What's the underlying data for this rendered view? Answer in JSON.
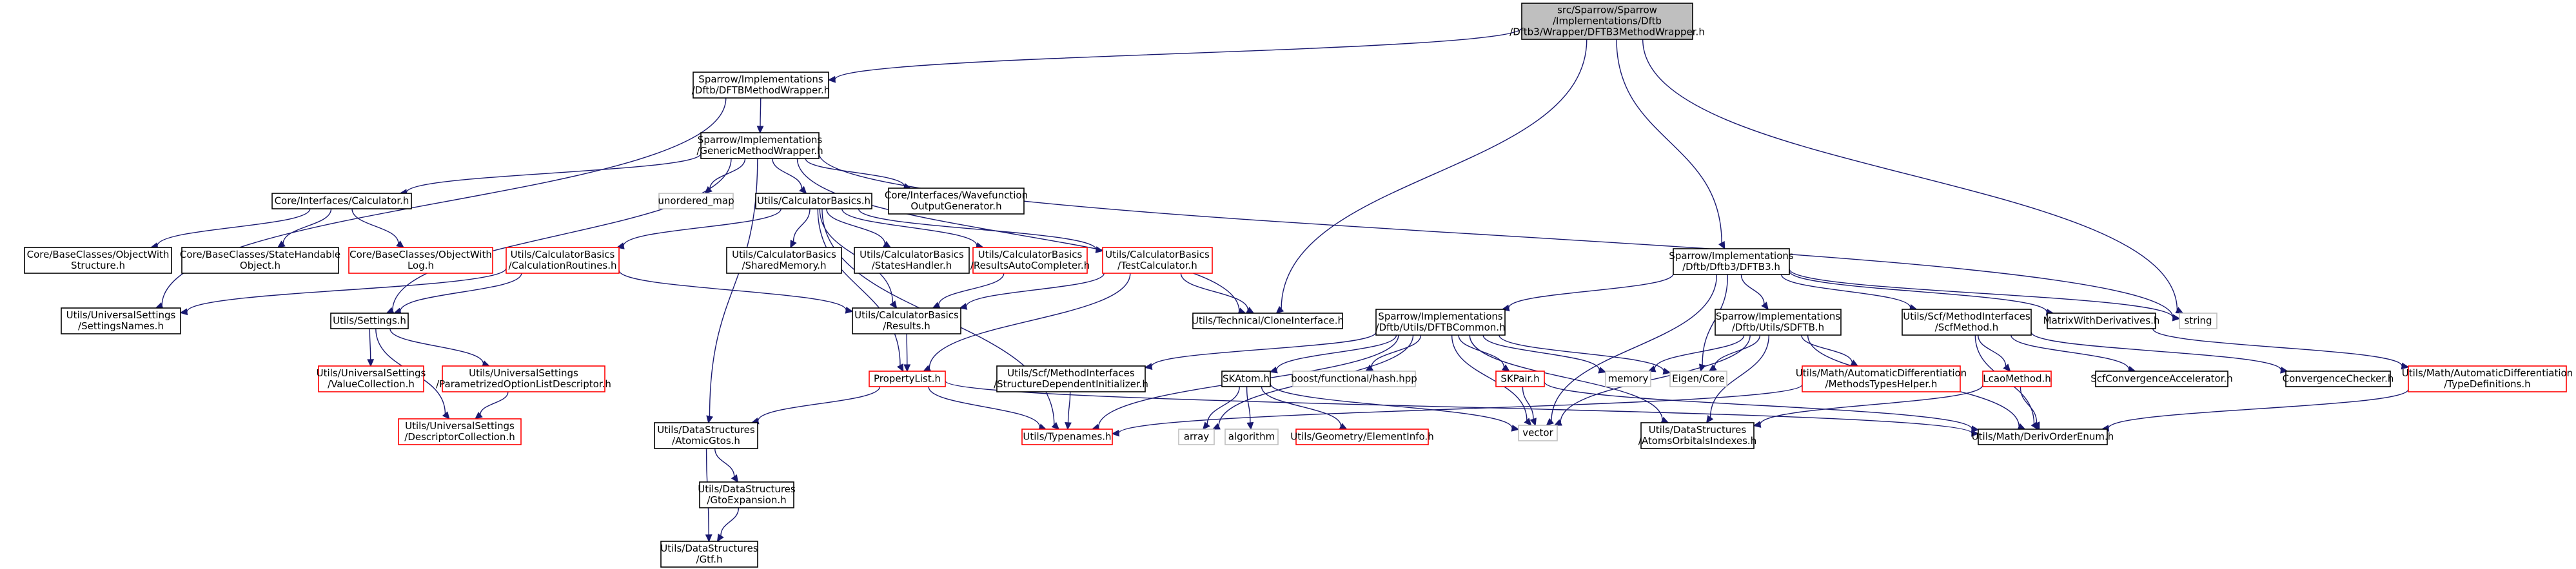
{
  "graph": {
    "nodes": [
      {
        "id": "root",
        "lines": [
          "src/Sparrow/Sparrow",
          "/Implementations/Dftb",
          "/Dftb3/Wrapper/DFTB3MethodWrapper.h"
        ],
        "kind": "root"
      },
      {
        "id": "dftbwrap",
        "lines": [
          "Sparrow/Implementations",
          "/Dftb/DFTBMethodWrapper.h"
        ],
        "kind": "black"
      },
      {
        "id": "generic",
        "lines": [
          "Sparrow/Implementations",
          "/GenericMethodWrapper.h"
        ],
        "kind": "black"
      },
      {
        "id": "calculator",
        "lines": [
          "Core/Interfaces/Calculator.h"
        ],
        "kind": "black"
      },
      {
        "id": "unordered_map",
        "lines": [
          "unordered_map"
        ],
        "kind": "ext"
      },
      {
        "id": "calcbasics",
        "lines": [
          "Utils/CalculatorBasics.h"
        ],
        "kind": "black"
      },
      {
        "id": "wavefunction",
        "lines": [
          "Core/Interfaces/Wavefunction",
          "OutputGenerator.h"
        ],
        "kind": "black"
      },
      {
        "id": "objwithstruct",
        "lines": [
          "Core/BaseClasses/ObjectWith",
          "Structure.h"
        ],
        "kind": "black"
      },
      {
        "id": "statehandable",
        "lines": [
          "Core/BaseClasses/StateHandable",
          "Object.h"
        ],
        "kind": "black"
      },
      {
        "id": "objwithlog",
        "lines": [
          "Core/BaseClasses/ObjectWith",
          "Log.h"
        ],
        "kind": "red"
      },
      {
        "id": "calcroutines",
        "lines": [
          "Utils/CalculatorBasics",
          "/CalculationRoutines.h"
        ],
        "kind": "red"
      },
      {
        "id": "sharedmem",
        "lines": [
          "Utils/CalculatorBasics",
          "/SharedMemory.h"
        ],
        "kind": "black"
      },
      {
        "id": "stateshandler",
        "lines": [
          "Utils/CalculatorBasics",
          "/StatesHandler.h"
        ],
        "kind": "black"
      },
      {
        "id": "resultsauto",
        "lines": [
          "Utils/CalculatorBasics",
          "/ResultsAutoCompleter.h"
        ],
        "kind": "red"
      },
      {
        "id": "testcalc",
        "lines": [
          "Utils/CalculatorBasics",
          "/TestCalculator.h"
        ],
        "kind": "red"
      },
      {
        "id": "settingsnames",
        "lines": [
          "Utils/UniversalSettings",
          "/SettingsNames.h"
        ],
        "kind": "black"
      },
      {
        "id": "settings",
        "lines": [
          "Utils/Settings.h"
        ],
        "kind": "black"
      },
      {
        "id": "results",
        "lines": [
          "Utils/CalculatorBasics",
          "/Results.h"
        ],
        "kind": "black"
      },
      {
        "id": "cloneif",
        "lines": [
          "Utils/Technical/CloneInterface.h"
        ],
        "kind": "black"
      },
      {
        "id": "valuecoll",
        "lines": [
          "Utils/UniversalSettings",
          "/ValueCollection.h"
        ],
        "kind": "red"
      },
      {
        "id": "paramopt",
        "lines": [
          "Utils/UniversalSettings",
          "/ParametrizedOptionListDescriptor.h"
        ],
        "kind": "red"
      },
      {
        "id": "desccoll",
        "lines": [
          "Utils/UniversalSettings",
          "/DescriptorCollection.h"
        ],
        "kind": "red"
      },
      {
        "id": "proplist",
        "lines": [
          "PropertyList.h"
        ],
        "kind": "red"
      },
      {
        "id": "atomicgtos",
        "lines": [
          "Utils/DataStructures",
          "/AtomicGtos.h"
        ],
        "kind": "black"
      },
      {
        "id": "gtoexp",
        "lines": [
          "Utils/DataStructures",
          "/GtoExpansion.h"
        ],
        "kind": "black"
      },
      {
        "id": "gtf",
        "lines": [
          "Utils/DataStructures",
          "/Gtf.h"
        ],
        "kind": "black"
      },
      {
        "id": "typenames",
        "lines": [
          "Utils/Typenames.h"
        ],
        "kind": "red"
      },
      {
        "id": "dftb3",
        "lines": [
          "Sparrow/Implementations",
          "/Dftb/Dftb3/DFTB3.h"
        ],
        "kind": "black"
      },
      {
        "id": "dftbcommon",
        "lines": [
          "Sparrow/Implementations",
          "/Dftb/Utils/DFTBCommon.h"
        ],
        "kind": "black"
      },
      {
        "id": "structdep",
        "lines": [
          "Utils/Scf/MethodInterfaces",
          "/StructureDependentInitializer.h"
        ],
        "kind": "black"
      },
      {
        "id": "skatom",
        "lines": [
          "SKAtom.h"
        ],
        "kind": "black"
      },
      {
        "id": "boostflat",
        "lines": [
          "boost/functional/hash.hpp"
        ],
        "kind": "ext"
      },
      {
        "id": "skpair",
        "lines": [
          "SKPair.h"
        ],
        "kind": "red"
      },
      {
        "id": "array",
        "lines": [
          "array"
        ],
        "kind": "ext"
      },
      {
        "id": "algorithm",
        "lines": [
          "algorithm"
        ],
        "kind": "ext"
      },
      {
        "id": "elementinfo",
        "lines": [
          "Utils/Geometry/ElementInfo.h"
        ],
        "kind": "red"
      },
      {
        "id": "vector",
        "lines": [
          "vector"
        ],
        "kind": "ext"
      },
      {
        "id": "memory",
        "lines": [
          "memory"
        ],
        "kind": "ext"
      },
      {
        "id": "eigencore",
        "lines": [
          "Eigen/Core"
        ],
        "kind": "ext"
      },
      {
        "id": "sdftb",
        "lines": [
          "Sparrow/Implementations",
          "/Dftb/Utils/SDFTB.h"
        ],
        "kind": "black"
      },
      {
        "id": "methodshelper",
        "lines": [
          "Utils/Math/AutomaticDifferentiation",
          "/MethodsTypesHelper.h"
        ],
        "kind": "red"
      },
      {
        "id": "atomsorb",
        "lines": [
          "Utils/DataStructures",
          "/AtomsOrbitalsIndexes.h"
        ],
        "kind": "black"
      },
      {
        "id": "scfmethod",
        "lines": [
          "Utils/Scf/MethodInterfaces",
          "/ScfMethod.h"
        ],
        "kind": "black"
      },
      {
        "id": "lcao",
        "lines": [
          "LcaoMethod.h"
        ],
        "kind": "red"
      },
      {
        "id": "scfconv",
        "lines": [
          "ScfConvergenceAccelerator.h"
        ],
        "kind": "black"
      },
      {
        "id": "convcheck",
        "lines": [
          "ConvergenceChecker.h"
        ],
        "kind": "black"
      },
      {
        "id": "derivenum",
        "lines": [
          "Utils/Math/DerivOrderEnum.h"
        ],
        "kind": "black"
      },
      {
        "id": "matrixderiv",
        "lines": [
          "MatrixWithDerivatives.h"
        ],
        "kind": "black"
      },
      {
        "id": "string",
        "lines": [
          "string"
        ],
        "kind": "ext"
      },
      {
        "id": "typedefs",
        "lines": [
          "Utils/Math/AutomaticDifferentiation",
          "/TypeDefinitions.h"
        ],
        "kind": "red"
      }
    ],
    "edges": [
      [
        "root",
        "dftbwrap"
      ],
      [
        "root",
        "cloneif"
      ],
      [
        "root",
        "dftb3"
      ],
      [
        "root",
        "string"
      ],
      [
        "dftbwrap",
        "generic"
      ],
      [
        "dftbwrap",
        "settingsnames"
      ],
      [
        "generic",
        "calculator"
      ],
      [
        "generic",
        "unordered_map"
      ],
      [
        "generic",
        "calcbasics"
      ],
      [
        "generic",
        "wavefunction"
      ],
      [
        "generic",
        "settings"
      ],
      [
        "generic",
        "atomicgtos"
      ],
      [
        "generic",
        "cloneif"
      ],
      [
        "generic",
        "string"
      ],
      [
        "calculator",
        "objwithstruct"
      ],
      [
        "calculator",
        "statehandable"
      ],
      [
        "calculator",
        "objwithlog"
      ],
      [
        "calcbasics",
        "calcroutines"
      ],
      [
        "calcbasics",
        "sharedmem"
      ],
      [
        "calcbasics",
        "stateshandler"
      ],
      [
        "calcbasics",
        "resultsauto"
      ],
      [
        "calcbasics",
        "testcalc"
      ],
      [
        "calcbasics",
        "results"
      ],
      [
        "calcbasics",
        "proplist"
      ],
      [
        "calcbasics",
        "typenames"
      ],
      [
        "calcroutines",
        "settingsnames"
      ],
      [
        "calcroutines",
        "settings"
      ],
      [
        "calcroutines",
        "results"
      ],
      [
        "resultsauto",
        "results"
      ],
      [
        "testcalc",
        "results"
      ],
      [
        "testcalc",
        "proplist"
      ],
      [
        "testcalc",
        "cloneif"
      ],
      [
        "settings",
        "valuecoll"
      ],
      [
        "settings",
        "paramopt"
      ],
      [
        "settings",
        "desccoll"
      ],
      [
        "paramopt",
        "desccoll"
      ],
      [
        "results",
        "proplist"
      ],
      [
        "proplist",
        "atomicgtos"
      ],
      [
        "proplist",
        "typenames"
      ],
      [
        "proplist",
        "derivenum"
      ],
      [
        "atomicgtos",
        "gtoexp"
      ],
      [
        "atomicgtos",
        "gtf"
      ],
      [
        "gtoexp",
        "gtf"
      ],
      [
        "dftb3",
        "dftbcommon"
      ],
      [
        "dftb3",
        "sdftb"
      ],
      [
        "dftb3",
        "scfmethod"
      ],
      [
        "dftb3",
        "matrixderiv"
      ],
      [
        "dftb3",
        "eigencore"
      ],
      [
        "dftb3",
        "vector"
      ],
      [
        "dftb3",
        "string"
      ],
      [
        "dftbcommon",
        "structdep"
      ],
      [
        "dftbcommon",
        "skatom"
      ],
      [
        "dftbcommon",
        "boostflat"
      ],
      [
        "dftbcommon",
        "skpair"
      ],
      [
        "dftbcommon",
        "memory"
      ],
      [
        "dftbcommon",
        "eigencore"
      ],
      [
        "dftbcommon",
        "vector"
      ],
      [
        "dftbcommon",
        "typenames"
      ],
      [
        "dftbcommon",
        "atomsorb"
      ],
      [
        "dftbcommon",
        "array"
      ],
      [
        "structdep",
        "typenames"
      ],
      [
        "skatom",
        "array"
      ],
      [
        "skatom",
        "algorithm"
      ],
      [
        "skatom",
        "elementinfo"
      ],
      [
        "skatom",
        "vector"
      ],
      [
        "skpair",
        "vector"
      ],
      [
        "skpair",
        "derivenum"
      ],
      [
        "sdftb",
        "memory"
      ],
      [
        "sdftb",
        "eigencore"
      ],
      [
        "sdftb",
        "methodshelper"
      ],
      [
        "sdftb",
        "atomsorb"
      ],
      [
        "sdftb",
        "vector"
      ],
      [
        "sdftb",
        "derivenum"
      ],
      [
        "methodshelper",
        "typenames"
      ],
      [
        "scfmethod",
        "lcao"
      ],
      [
        "scfmethod",
        "scfconv"
      ],
      [
        "scfmethod",
        "convcheck"
      ],
      [
        "scfmethod",
        "derivenum"
      ],
      [
        "lcao",
        "atomsorb"
      ],
      [
        "lcao",
        "derivenum"
      ],
      [
        "matrixderiv",
        "typedefs"
      ],
      [
        "typedefs",
        "derivenum"
      ]
    ]
  }
}
